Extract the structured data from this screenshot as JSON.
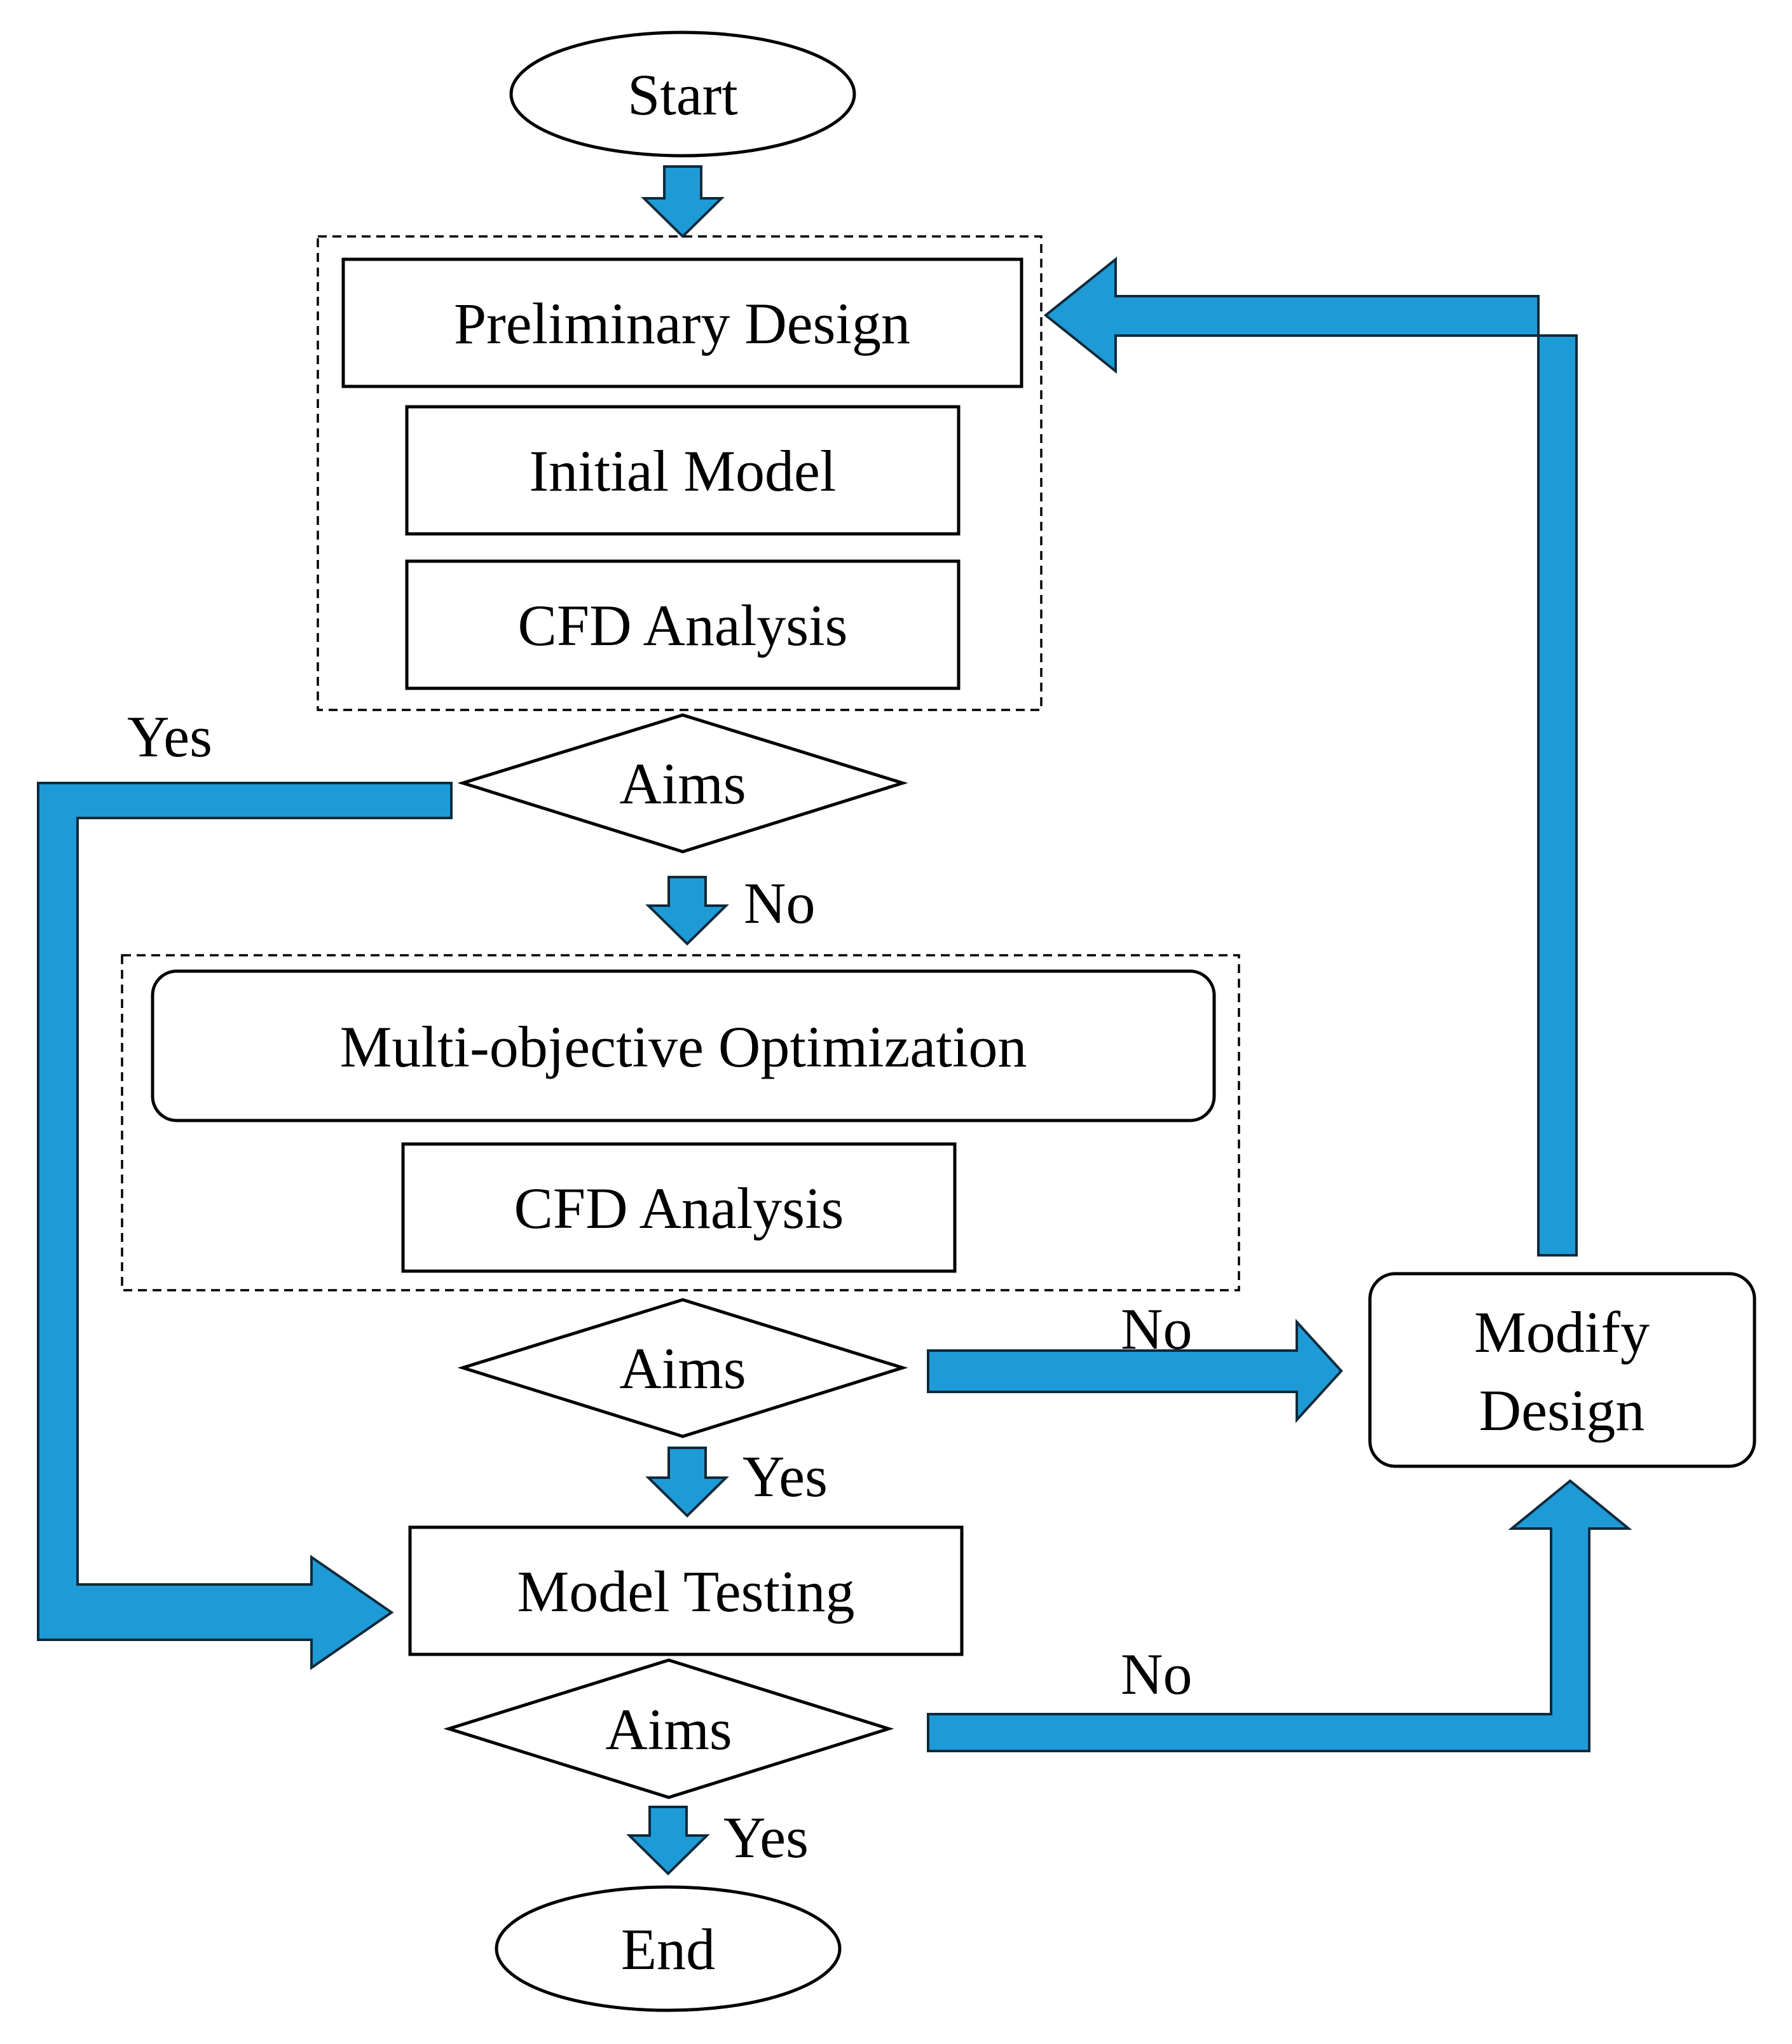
{
  "nodes": {
    "start": "Start",
    "preliminary_design": "Preliminary Design",
    "initial_model": "Initial Model",
    "cfd_analysis_1": "CFD Analysis",
    "aims_1": "Aims",
    "multi_objective_optimization": "Multi-objective Optimization",
    "cfd_analysis_2": "CFD Analysis",
    "aims_2": "Aims",
    "model_testing": "Model Testing",
    "aims_3": "Aims",
    "modify_design_line1": "Modify",
    "modify_design_line2": "Design",
    "end": "End"
  },
  "edge_labels": {
    "aims1_yes": "Yes",
    "aims1_no": "No",
    "aims2_no": "No",
    "aims2_yes": "Yes",
    "aims3_no": "No",
    "aims3_yes": "Yes"
  },
  "colors": {
    "arrow_fill": "#1e9bd7",
    "arrow_stroke": "#0e2a3a"
  }
}
